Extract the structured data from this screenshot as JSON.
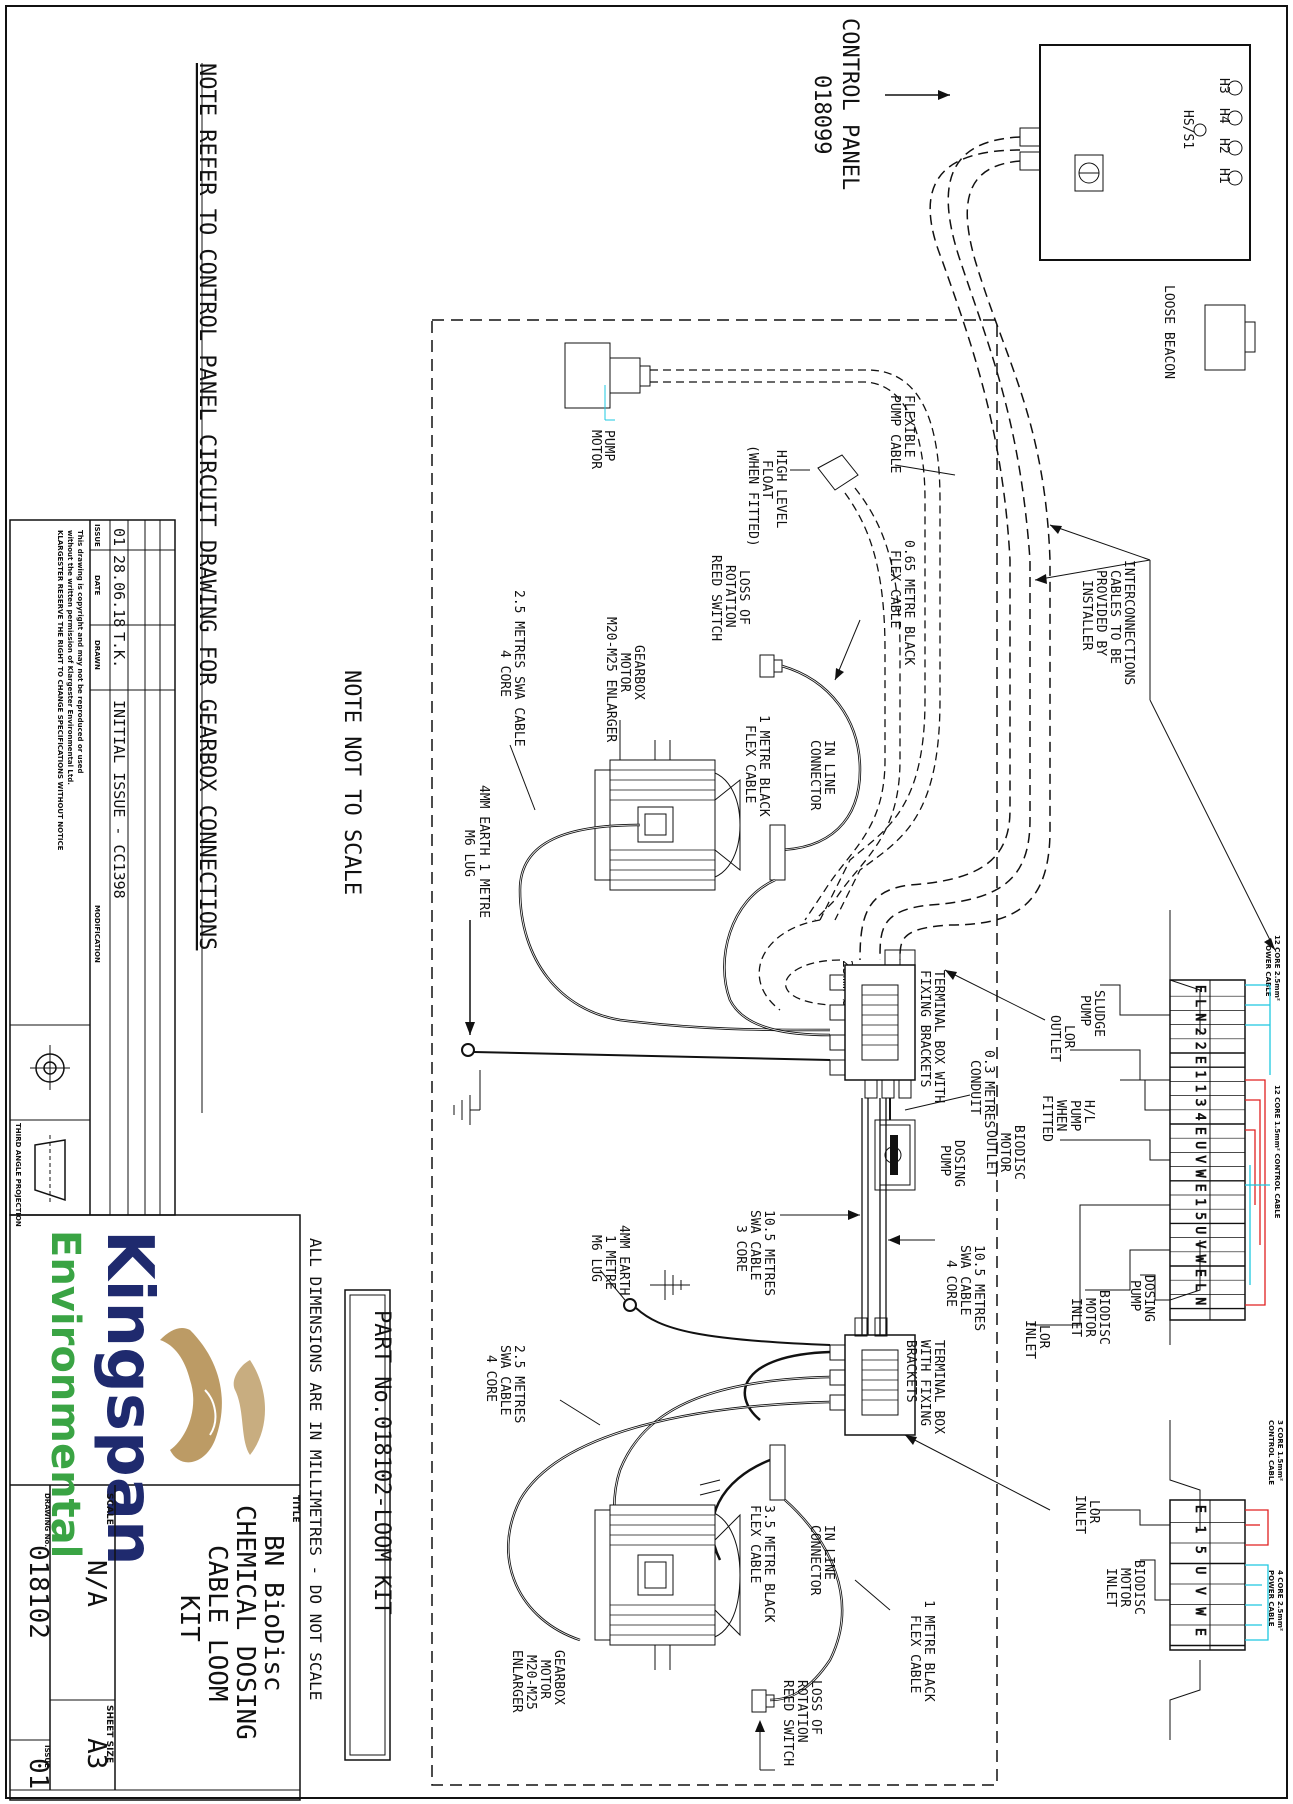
{
  "control_panel": {
    "title": "CONTROL PANEL",
    "number": "018099",
    "indicators": [
      "H3",
      "H4",
      "H2",
      "H1"
    ],
    "switch": "HS/S1"
  },
  "loose_beacon": "LOOSE BEACON",
  "interconnections": [
    "INTERCONNECTIONS",
    "CABLES TO BE",
    "PROVIDED BY",
    "INSTALLER"
  ],
  "notes": {
    "refer": "NOTE REFER TO CONTROL PANEL CIRCUIT DRAWING FOR GEARBOX CONNECTIONS",
    "not_to_scale": "NOTE NOT TO SCALE"
  },
  "labels": {
    "pump_motor": [
      "PUMP",
      "MOTOR"
    ],
    "flexible_pump_cable": [
      "FLEXIBLE",
      "PUMP CABLE"
    ],
    "high_level_float": [
      "HIGH LEVEL",
      "FLOAT",
      "(WHEN FITTED)"
    ],
    "flex_065": [
      "0.65 METRE BLACK",
      "FLEX CABLE"
    ],
    "loss_of_rotation_1": [
      "LOSS OF",
      "ROTATION",
      "REED SWITCH"
    ],
    "gearbox_motor_1": [
      "GEARBOX",
      "MOTOR",
      "M20-M25 ENLARGER"
    ],
    "swa_25_a": [
      "2.5 METRES SWA CABLE",
      "4 CORE"
    ],
    "in_line_connector_1": [
      "IN LINE",
      "CONNECTOR"
    ],
    "flex_1m_a": [
      "1 METRE BLACK",
      "FLEX CABLE"
    ],
    "earth_1": [
      "4MM EARTH 1 METRE",
      "M6 LUG"
    ],
    "conduit_25": "25mm Ø",
    "terminal_box_1": [
      "TERMINAL BOX WITH",
      "FIXING BRACKETS"
    ],
    "conduit_03": [
      "0.3 METRES",
      "CONDUIT"
    ],
    "dosing_pump": [
      "DOSING",
      "PUMP"
    ],
    "swa_105_3": [
      "10.5 METRES",
      "SWA CABLE",
      "3 CORE"
    ],
    "swa_105_4": [
      "10.5 METRES",
      "SWA CABLE",
      "4 CORE"
    ],
    "earth_2": [
      "4MM EARTH",
      "1 METRE",
      "M6 LUG"
    ],
    "terminal_box_2": [
      "TERMINAL BOX",
      "WITH FIXING",
      "BRACKETS"
    ],
    "swa_25_b": [
      "2.5 METRES",
      "SWA CABLE",
      "4 CORE"
    ],
    "in_line_connector_2": [
      "IN LINE",
      "CONNECTOR"
    ],
    "flex_35": [
      "3.5 METRE BLACK",
      "FLEX CABLE"
    ],
    "flex_1m_b": [
      "1 METRE BLACK",
      "FLEX CABLE"
    ],
    "gearbox_motor_2": [
      "GEARBOX",
      "MOTOR",
      "M20-M25",
      "ENLARGER"
    ],
    "loss_of_rotation_2": [
      "LOSS OF",
      "ROTATION",
      "REED SWITCH"
    ]
  },
  "terminal_strip_1": {
    "header_left": [
      "12 CORE 2.5mm²",
      "POWER CABLE"
    ],
    "header_right": "12 CORE 1.5mm² CONTROL CABLE",
    "groups": [
      {
        "name": [
          "SLUDGE",
          "PUMP"
        ],
        "terms": [
          "E",
          "L",
          "N",
          "2",
          "2"
        ]
      },
      {
        "name": [
          "LOR",
          "OUTLET"
        ],
        "terms": [
          "E"
        ]
      },
      {
        "name": [
          "H/L",
          "PUMP",
          "WHEN",
          "FITTED"
        ],
        "terms": [
          "1",
          "1",
          "3",
          "4"
        ]
      },
      {
        "name": [
          "BIODISC",
          "MOTOR",
          "OUTLET"
        ],
        "terms": [
          "E",
          "U",
          "V",
          "W"
        ]
      },
      {
        "name": [
          "LOR",
          "INLET"
        ],
        "terms": [
          "E",
          "1",
          "5"
        ]
      },
      {
        "name": [
          "BIODISC",
          "MOTOR",
          "INLET"
        ],
        "terms": [
          "U",
          "V",
          "W"
        ]
      },
      {
        "name": [
          "DOSING",
          "PUMP"
        ],
        "terms": [
          "E",
          "L",
          "N"
        ]
      }
    ]
  },
  "terminal_strip_2": {
    "header_left": [
      "3 CORE 1.5mm²",
      "CONTROL CABLE"
    ],
    "header_right": [
      "4 CORE 2.5mm²",
      "POWER CABLE"
    ],
    "groups": [
      {
        "name": [
          "LOR",
          "INLET"
        ],
        "terms": [
          "E",
          "1",
          "5"
        ]
      },
      {
        "name": [
          "BIODISC",
          "MOTOR",
          "INLET"
        ],
        "terms": [
          "U",
          "V",
          "W",
          "E"
        ]
      }
    ]
  },
  "part_number": "PART No.018102-LOOM KIT",
  "dimensions_note": "ALL DIMENSIONS ARE IN MILLIMETRES - DO NOT SCALE",
  "title_block": {
    "title_label": "TITLE",
    "title_lines": [
      "BN BioDisc",
      "CHEMICAL DOSING",
      "CABLE LOOM",
      "KIT"
    ],
    "scale_label": "SCALE",
    "scale": "N/A",
    "sheet_size_label": "SHEET SIZE",
    "sheet_size": "A3",
    "drawing_no_label": "DRAWING No.",
    "drawing_no": "018102",
    "issue_label": "ISSUE",
    "issue": "01"
  },
  "revision_table": {
    "headers": [
      "ISSUE",
      "DATE",
      "DRAWN",
      "MODIFICATION"
    ],
    "rows": [
      [
        "01",
        "28.06.18",
        "T.K.",
        "INITIAL ISSUE - CC1398"
      ]
    ]
  },
  "copyright": [
    "This drawing is copyright and may not be reproduced or used",
    "without the written permission of Klargester Environmental Ltd.",
    "KLARGESTER RESERVE THE RIGHT TO CHANGE SPECIFICATIONS WITHOUT NOTICE"
  ],
  "projection": "THIRD ANGLE PROJECTION",
  "brand": {
    "line1": "Kingspan",
    "line2": "Environmental",
    "color_primary": "#1f2a6e",
    "color_secondary": "#3aa444",
    "logo_color": "#b08a4a"
  },
  "colors": {
    "control_wire": "#e02020",
    "power_wire": "#1ec8e0"
  }
}
